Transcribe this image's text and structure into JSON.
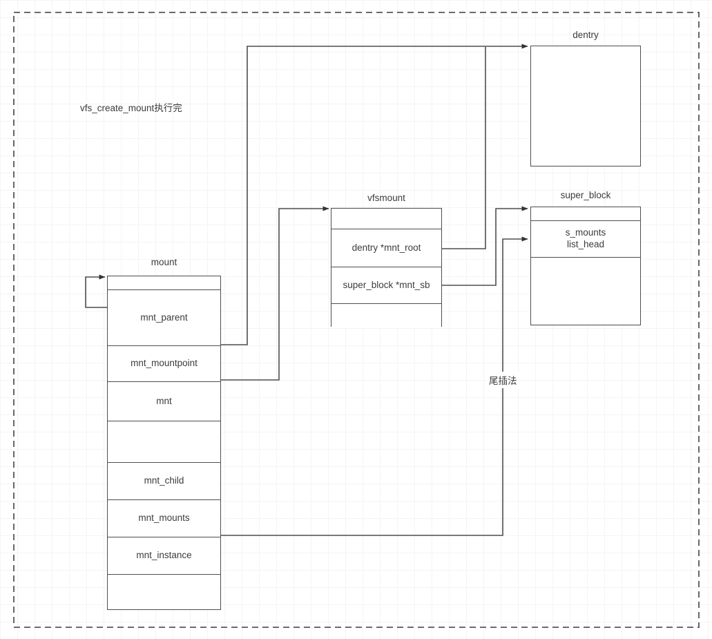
{
  "diagram": {
    "title_label": "vfs_create_mount执行完",
    "tail_insert_label": "尾插法",
    "line_color": "#4d4d4d",
    "text_color": "#3b3b3b",
    "background": "#ffffff",
    "border_style": "dashed",
    "structs": [
      {
        "id": "mount",
        "title": "mount",
        "rows": [
          {
            "label": ""
          },
          {
            "label": "mnt_parent"
          },
          {
            "label": "mnt_mountpoint"
          },
          {
            "label": "mnt"
          },
          {
            "label": ""
          },
          {
            "label": "mnt_child"
          },
          {
            "label": "mnt_mounts"
          },
          {
            "label": "mnt_instance"
          },
          {
            "label": ""
          }
        ]
      },
      {
        "id": "vfsmount",
        "title": "vfsmount",
        "rows": [
          {
            "label": ""
          },
          {
            "label": "dentry *mnt_root"
          },
          {
            "label": "super_block *mnt_sb"
          },
          {
            "label": ""
          }
        ]
      },
      {
        "id": "dentry",
        "title": "dentry",
        "rows": [
          {
            "label": ""
          }
        ]
      },
      {
        "id": "super_block",
        "title": "super_block",
        "rows": [
          {
            "label": ""
          },
          {
            "label": "s_mounts\nlist_head"
          },
          {
            "label": ""
          }
        ]
      }
    ],
    "connections": [
      {
        "from": "mount.mnt_parent",
        "to": "mount.top",
        "kind": "self-loop"
      },
      {
        "from": "mount.mnt_mountpoint",
        "to": "dentry",
        "kind": "pointer"
      },
      {
        "from": "mount.mnt",
        "to": "vfsmount",
        "kind": "pointer"
      },
      {
        "from": "vfsmount.dentry_mnt_root",
        "to": "dentry",
        "kind": "pointer"
      },
      {
        "from": "vfsmount.super_block_mnt_sb",
        "to": "super_block",
        "kind": "pointer"
      },
      {
        "from": "mount.mnt_instance",
        "to": "super_block.s_mounts",
        "kind": "list-link"
      }
    ]
  }
}
